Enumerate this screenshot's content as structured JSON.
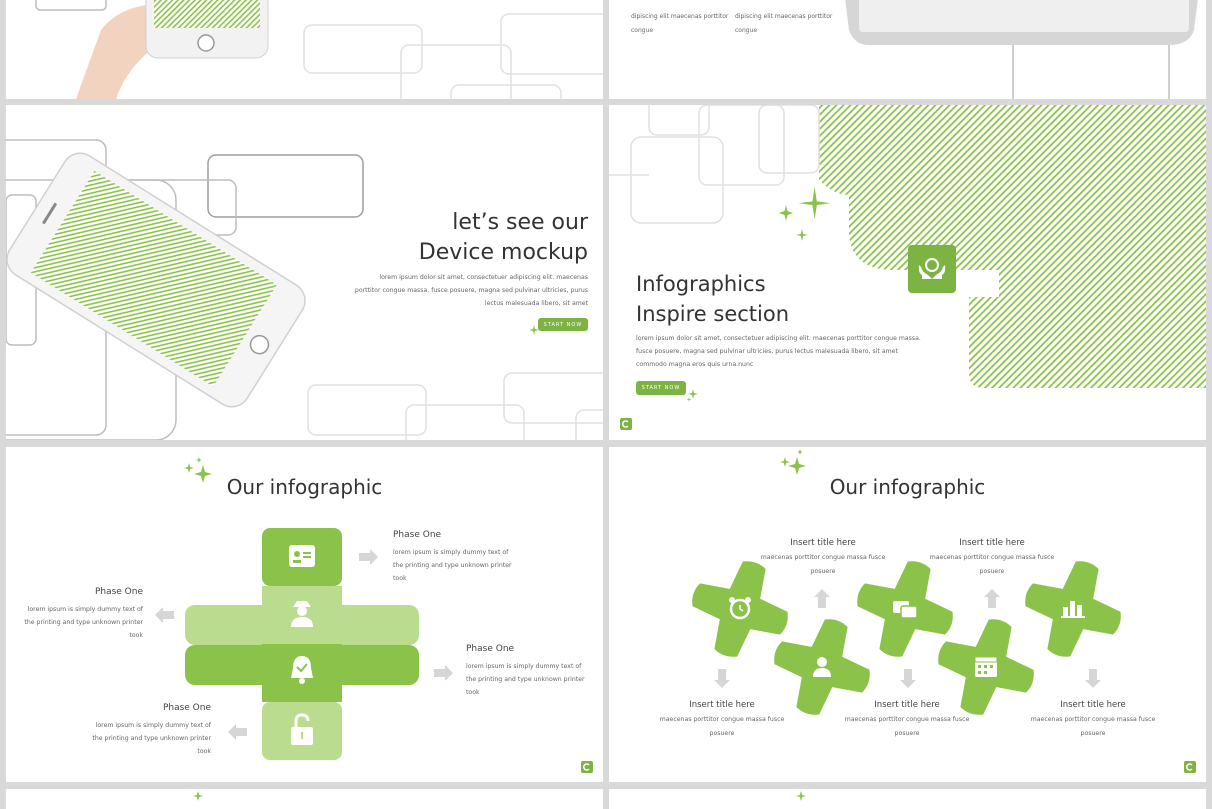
{
  "colors": {
    "accent": "#8bc34a",
    "accent_light": "#b9dc8f",
    "outline": "#bdbdbd",
    "text": "#333333"
  },
  "slide1": {},
  "slide2": {
    "lorem_a": "dipiscing elit maecenas porttitor congue",
    "lorem_b": "dipiscing elit maecenas porttitor congue"
  },
  "slide3": {
    "title_line1": "let’s see our",
    "title_line2": "Device mockup",
    "body": "lorem ipsum dolor sit amet, consectetuer adipiscing elit. maecenas porttitor congue massa. fusce posuere, magna sed pulvinar ultricies, purus lectus malesuada libero, sit amet",
    "button": "START NOW"
  },
  "slide4": {
    "title_line1": "Infographics",
    "title_line2": "Inspire section",
    "body": "lorem ipsum dolor sit amet, consectetuer adipiscing elit. maecenas porttitor congue massa. fusce posuere, magna sed pulvinar ultricies, purus lectus malesuada libero, sit amet commodo magna eros quis urna.nunc",
    "button": "START NOW",
    "icon": "hands-recycle-icon"
  },
  "slide5": {
    "title": "Our infographic",
    "phases": [
      {
        "title": "Phase One",
        "text": "lorem ipsum is simply dummy text of the printing and type unknown printer took"
      },
      {
        "title": "Phase One",
        "text": "lorem ipsum is simply dummy text of the printing and type unknown printer took"
      },
      {
        "title": "Phase One",
        "text": "lorem ipsum is simply dummy text of the printing and type unknown printer took"
      },
      {
        "title": "Phase One",
        "text": "lorem ipsum is simply dummy text of the printing and type unknown printer took"
      }
    ],
    "icons": [
      "id-card-icon",
      "spy-user-icon",
      "bell-check-icon",
      "unlock-icon"
    ]
  },
  "slide6": {
    "title": "Our infographic",
    "items": [
      {
        "title": "Insert title here",
        "text": "maecenas porttitor congue massa fusce posuere"
      },
      {
        "title": "Insert title here",
        "text": "maecenas porttitor congue massa fusce posuere"
      },
      {
        "title": "Insert title here",
        "text": "maecenas porttitor congue massa fusce posuere"
      },
      {
        "title": "Insert title here",
        "text": "maecenas porttitor congue massa fusce posuere"
      },
      {
        "title": "Insert title here",
        "text": "maecenas porttitor congue massa fusce posuere"
      }
    ],
    "icons": [
      "alarm-clock-icon",
      "user-icon",
      "chat-icon",
      "calendar-icon",
      "bar-chart-icon"
    ]
  }
}
